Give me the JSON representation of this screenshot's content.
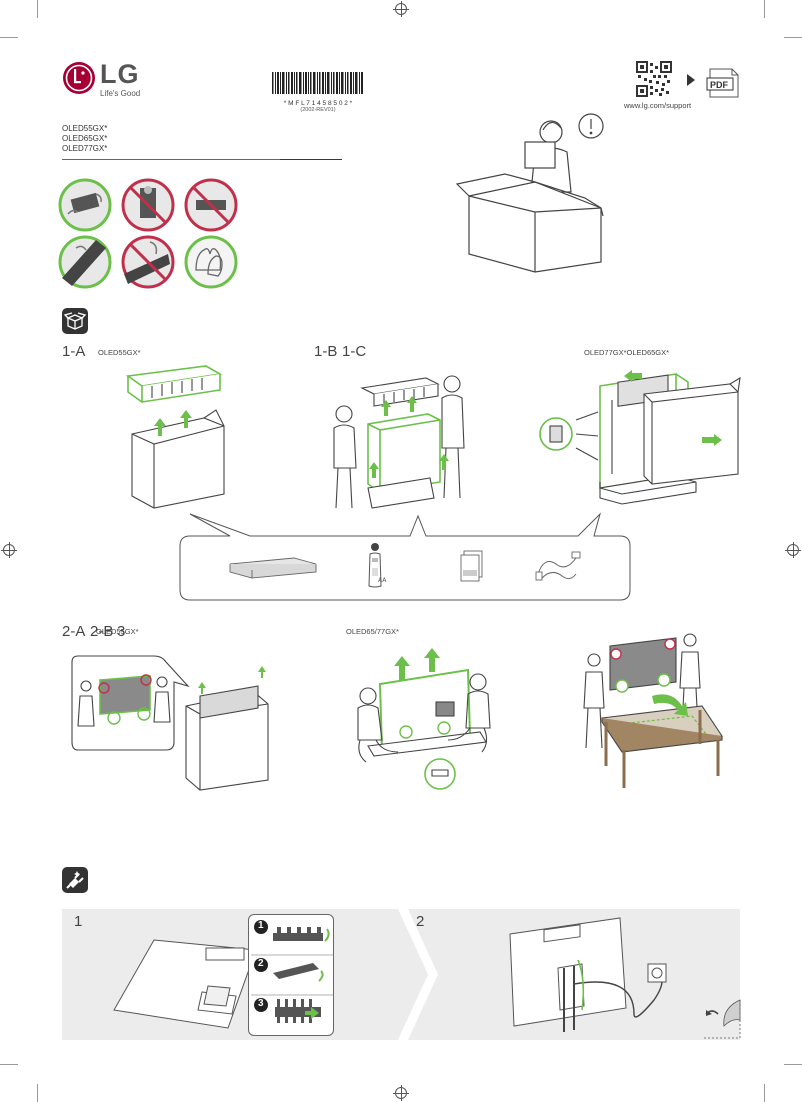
{
  "header": {
    "brand": "LG",
    "tagline": "Life's Good",
    "barcode_text": "* M F L 7 1 4 5 8 5 0 2 *",
    "barcode_code": "(2002-REV01)",
    "support_url": "www.lg.com/support",
    "pdf_label": "PDF"
  },
  "models": [
    "OLED55GX*",
    "OLED65GX*",
    "OLED77GX*"
  ],
  "section1": {
    "steps": {
      "a": "1-A",
      "a_model": "OLED55GX*",
      "b": "1-B",
      "c": "1-C",
      "c_model": "OLED77GX*OLED65GX*"
    }
  },
  "section2": {
    "steps": {
      "a": "2-A",
      "b": "2-B",
      "c": "3",
      "a_model": "OLED55GX*",
      "b_model": "OLED65/77GX*"
    }
  },
  "section3": {
    "step1": "1",
    "step2": "2",
    "sub": [
      "1",
      "2",
      "3"
    ]
  },
  "colors": {
    "accent_green": "#6cc04a",
    "prohibit_red": "#c0304a",
    "brand_red": "#a50034",
    "ink": "#333333"
  }
}
